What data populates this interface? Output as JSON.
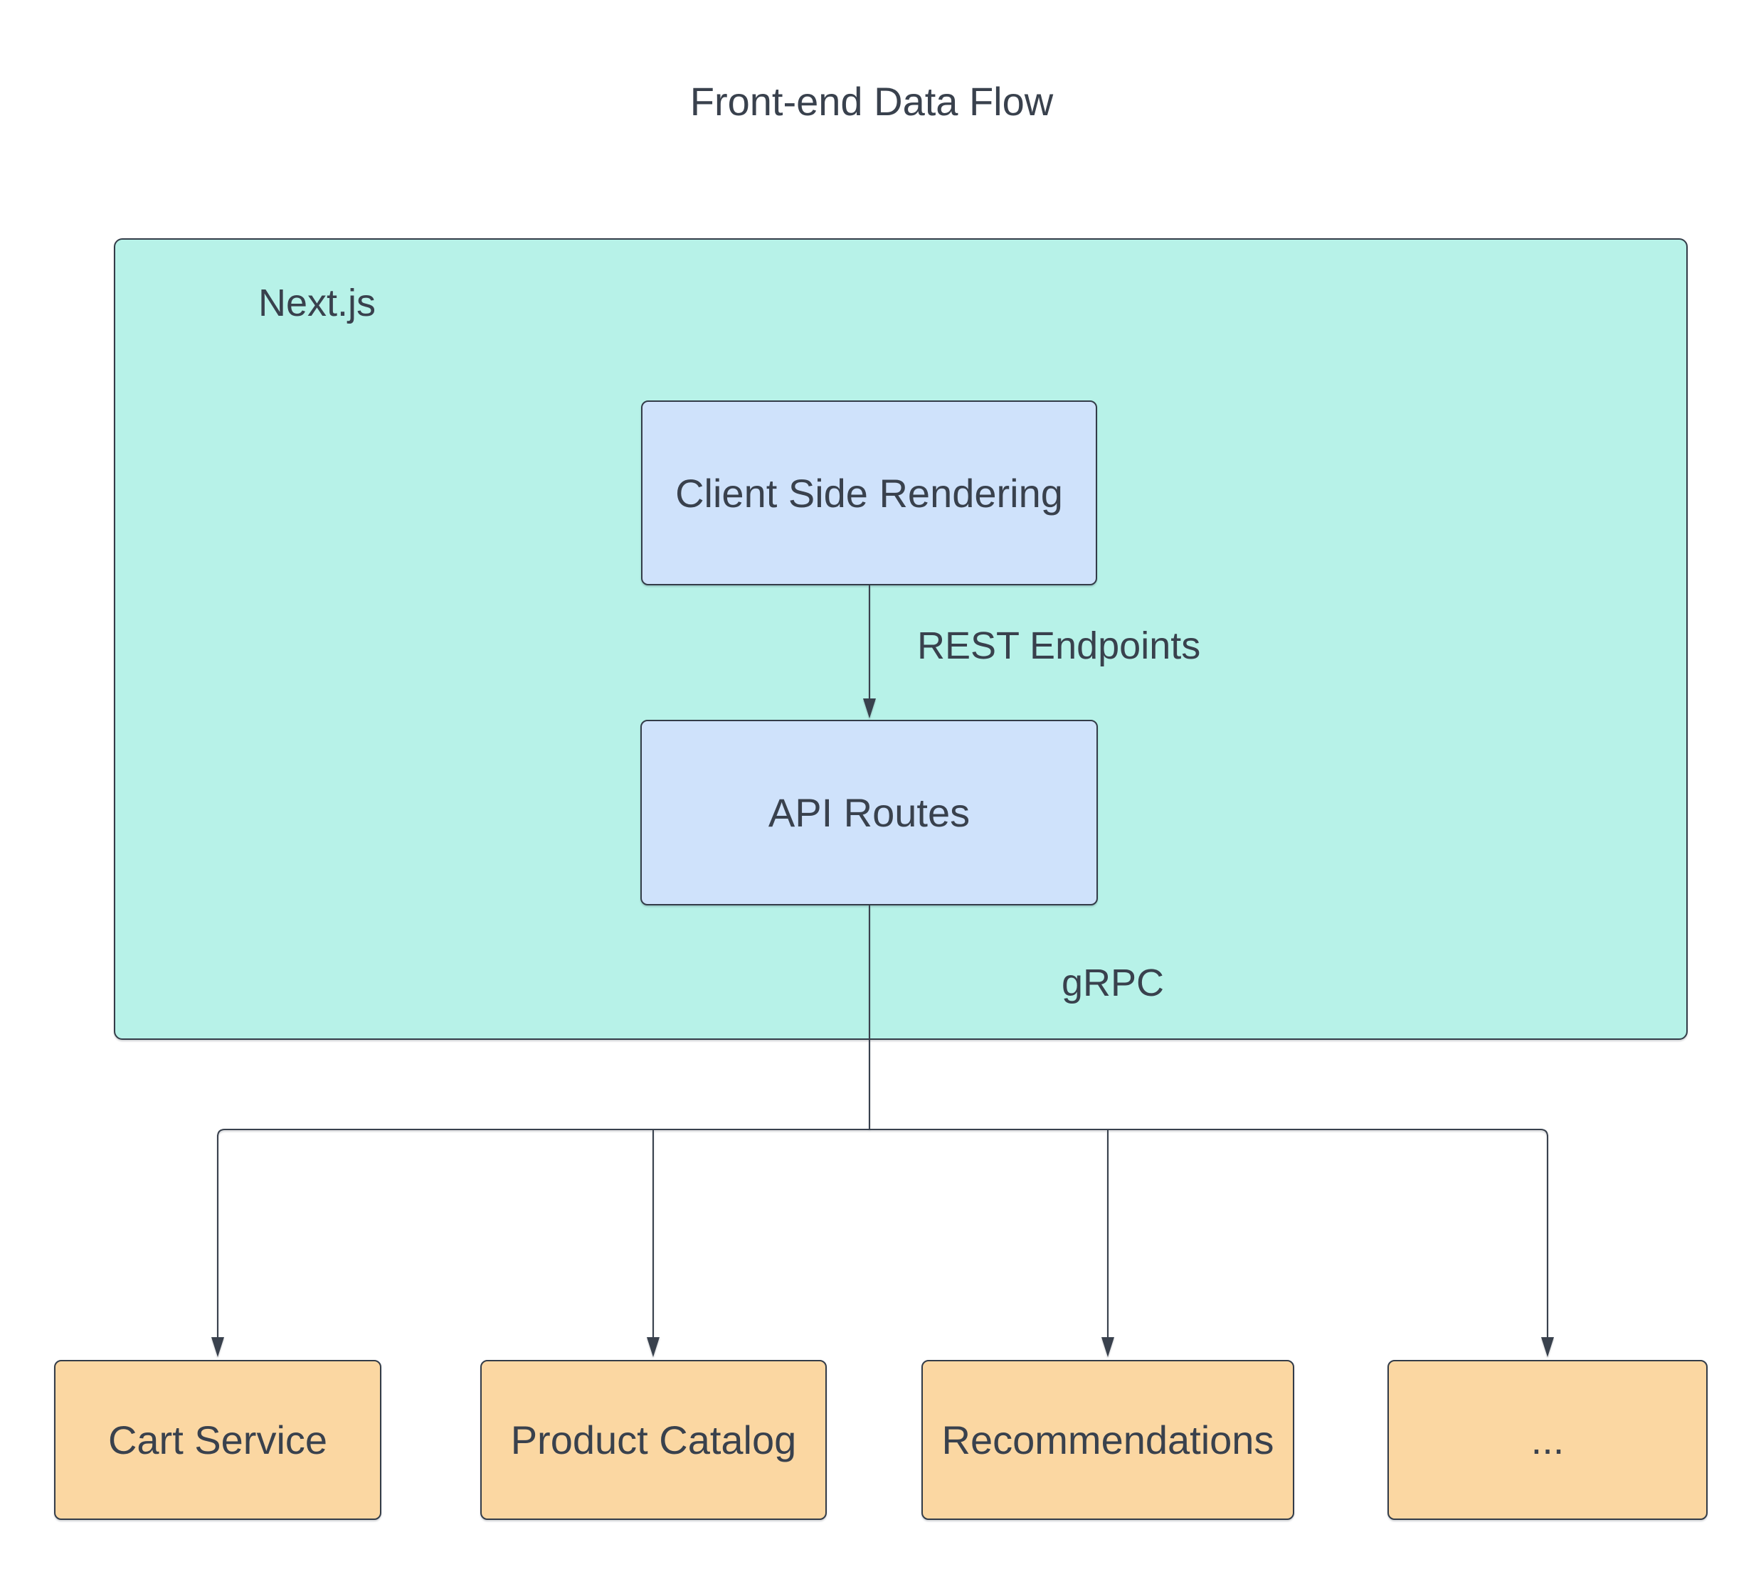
{
  "title": "Front-end Data Flow",
  "container": {
    "label": "Next.js"
  },
  "nodes": {
    "csr": {
      "label": "Client Side Rendering"
    },
    "api": {
      "label": "API Routes"
    }
  },
  "edge_labels": {
    "rest": "REST Endpoints",
    "grpc": "gRPC"
  },
  "services": [
    {
      "label": "Cart Service"
    },
    {
      "label": "Product Catalog"
    },
    {
      "label": "Recommendations"
    },
    {
      "label": "..."
    }
  ],
  "colors": {
    "background": "#ffffff",
    "container_fill": "#b7f2e8",
    "frontend_node_fill": "#cfe2fb",
    "service_node_fill": "#fbd7a2",
    "stroke": "#39414d",
    "text": "#39414d"
  }
}
